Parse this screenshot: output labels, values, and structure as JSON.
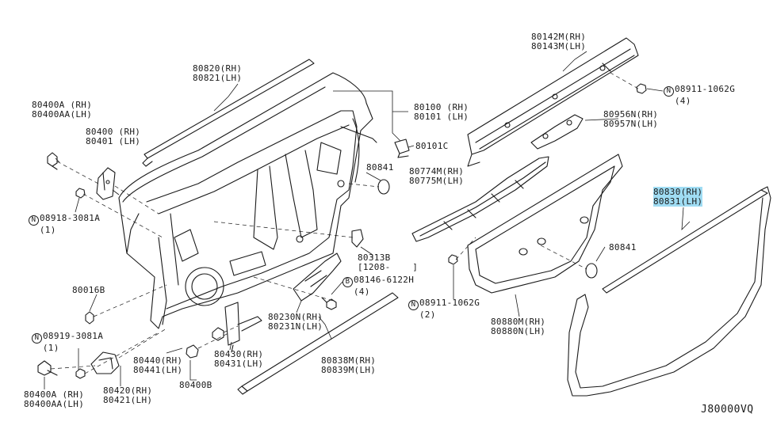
{
  "diagram_code": "J80000VQ",
  "labels": {
    "p80820": [
      "80820(RH)",
      "80821(LH)"
    ],
    "p80100": [
      "80100 (RH)",
      "80101 (LH)"
    ],
    "p80101c": "80101C",
    "p80142m": [
      "80142M(RH)",
      "80143M(LH)"
    ],
    "p08911_top": {
      "mark": "N",
      "code": "08911-1062G",
      "qty": "(4)"
    },
    "p80956n": [
      "80956N(RH)",
      "80957N(LH)"
    ],
    "p80400a_top": [
      "80400A (RH)",
      "80400AA(LH)"
    ],
    "p80400": [
      "80400 (RH)",
      "80401 (LH)"
    ],
    "p08918": {
      "mark": "N",
      "code": "08918-3081A",
      "qty": "(1)"
    },
    "p80841_a": "80841",
    "p80774m": [
      "80774M(RH)",
      "80775M(LH)"
    ],
    "p80830": [
      "80830(RH)",
      "80831(LH)"
    ],
    "p80841_b": "80841",
    "p80313b": [
      "80313B",
      "[1208-    ]"
    ],
    "p08146": {
      "mark": "B",
      "code": "08146-6122H",
      "qty": "(4)"
    },
    "p80016b": "80016B",
    "p80230n": [
      "80230N(RH)",
      "80231N(LH)"
    ],
    "p08911_mid": {
      "mark": "N",
      "code": "08911-1062G",
      "qty": "(2)"
    },
    "p80880m": [
      "80880M(RH)",
      "80880N(LH)"
    ],
    "p08919": {
      "mark": "N",
      "code": "08919-3081A",
      "qty": "(1)"
    },
    "p80440": [
      "80440(RH)",
      "80441(LH)"
    ],
    "p80430": [
      "80430(RH)",
      "80431(LH)"
    ],
    "p80838m": [
      "80838M(RH)",
      "80839M(LH)"
    ],
    "p80420": [
      "80420(RH)",
      "80421(LH)"
    ],
    "p80400b": "80400B",
    "p80400a_bot": [
      "80400A (RH)",
      "80400AA(LH)"
    ]
  }
}
